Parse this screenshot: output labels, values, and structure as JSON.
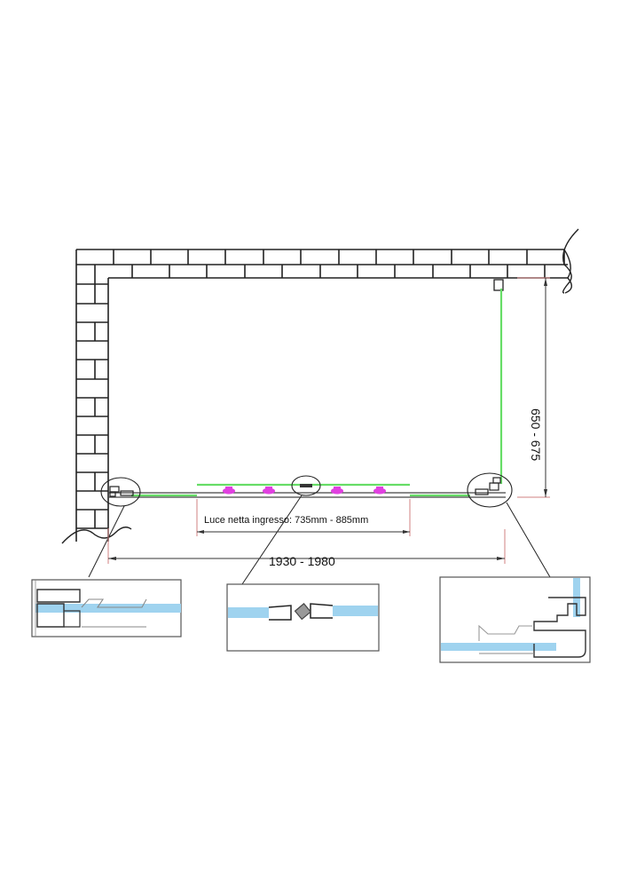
{
  "diagram": {
    "type": "shower-enclosure-plan",
    "colors": {
      "wall_line": "#222222",
      "glass_green": "#66dd66",
      "roller_magenta": "#e040e0",
      "dimension_red": "#d08080",
      "glass_blue": "#9fd3ef",
      "detail_frame": "#555555"
    },
    "labels": {
      "inlet": "Luce netta ingresso: 735mm - 885mm",
      "width": "1930 - 1980",
      "depth": "650 - 675"
    },
    "details": [
      {
        "id": "left-wall-profile",
        "label": ""
      },
      {
        "id": "magnetic-seal-joint",
        "label": ""
      },
      {
        "id": "corner-profile",
        "label": ""
      }
    ]
  }
}
